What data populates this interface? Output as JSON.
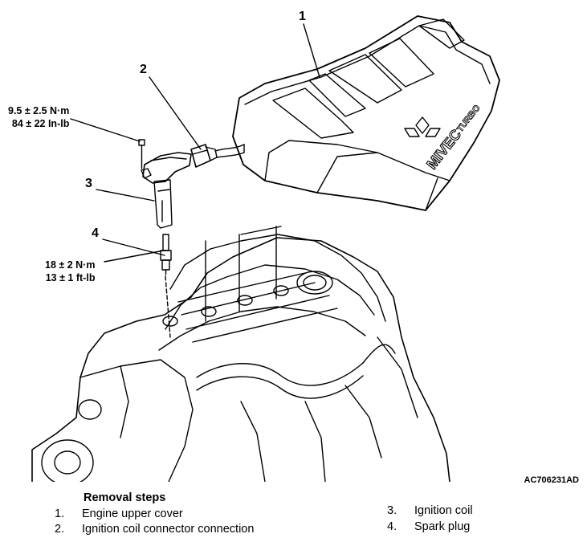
{
  "callouts": [
    "1",
    "2",
    "3",
    "4"
  ],
  "torque_coil": {
    "metric": "9.5 ± 2.5 N·m",
    "imperial": "84 ± 22 In-lb"
  },
  "torque_plug": {
    "metric": "18 ± 2 N·m",
    "imperial": "13 ± 1 ft-lb"
  },
  "cover_logo": {
    "brand": "MIVEC",
    "suffix": "TURBO"
  },
  "figure_code": "AC706231AD",
  "removal": {
    "title": "Removal steps",
    "steps": [
      {
        "num": "1.",
        "label": "Engine upper cover"
      },
      {
        "num": "2.",
        "label": "Ignition coil connector connection"
      },
      {
        "num": "3.",
        "label": "Ignition coil"
      },
      {
        "num": "4.",
        "label": "Spark plug"
      }
    ]
  }
}
